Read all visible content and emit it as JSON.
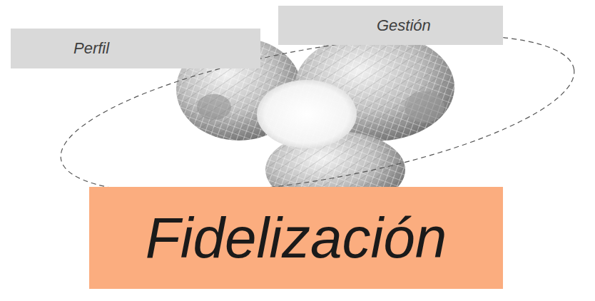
{
  "diagram": {
    "nodes": [
      {
        "text": [
          "Perfil"
        ]
      },
      {
        "text": [
          "Gestión"
        ]
      },
      {
        "text": [
          "Fidelización"
        ]
      }
    ]
  }
}
